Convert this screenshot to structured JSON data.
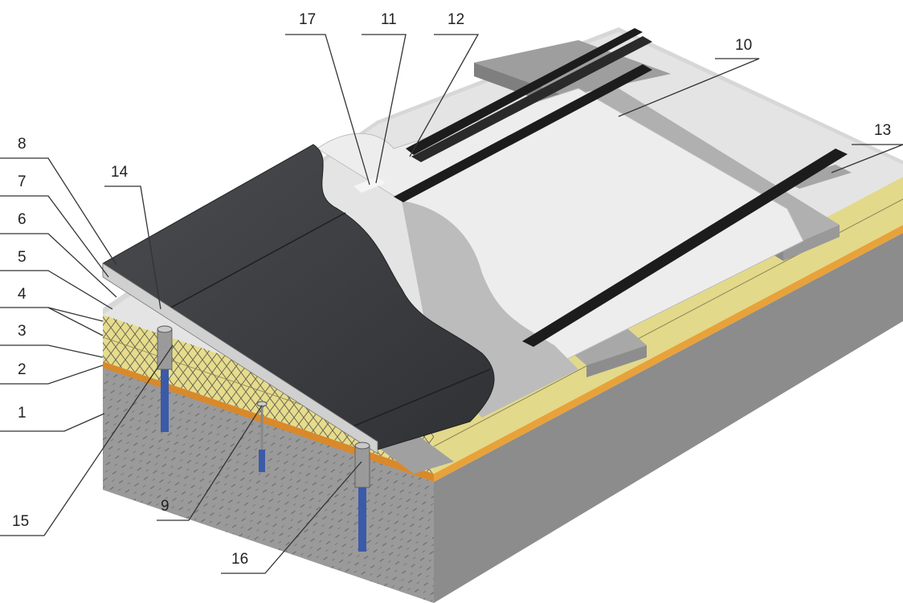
{
  "callouts": {
    "c1": "1",
    "c2": "2",
    "c3": "3",
    "c4": "4",
    "c5": "5",
    "c6": "6",
    "c7": "7",
    "c8": "8",
    "c9": "9",
    "c10": "10",
    "c11": "11",
    "c12": "12",
    "c13": "13",
    "c14": "14",
    "c15": "15",
    "c16": "16",
    "c17": "17"
  },
  "colors": {
    "concrete": "#9a9a9a",
    "insulation": "#e6dc8c",
    "vapor_layer": "#e8a23a",
    "membrane": "#3d3f42",
    "separation_layer": "#e8e8e8",
    "steel_profile": "#a8a8a8",
    "rail": "#1c1c1c",
    "anchor": "#3b5aa8"
  }
}
